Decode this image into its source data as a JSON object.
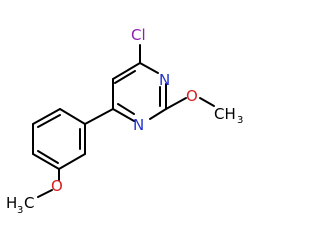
{
  "molecule": {
    "atoms": {
      "chlorine": "Cl",
      "nitrogen_top": "N",
      "nitrogen_bottom": "N",
      "oxygen_methoxy_right": "O",
      "methyl_right_main": "CH",
      "methyl_right_sub": "3",
      "oxygen_methoxy_bottom": "O",
      "methyl_bottom_main": "H",
      "methyl_bottom_sub": "3",
      "methyl_bottom_c": "C"
    },
    "colors": {
      "bond": "#000000",
      "chlorine": "#8e1fb0",
      "nitrogen": "#2233cc",
      "oxygen": "#d81e1e",
      "carbon_label": "#000000"
    }
  }
}
